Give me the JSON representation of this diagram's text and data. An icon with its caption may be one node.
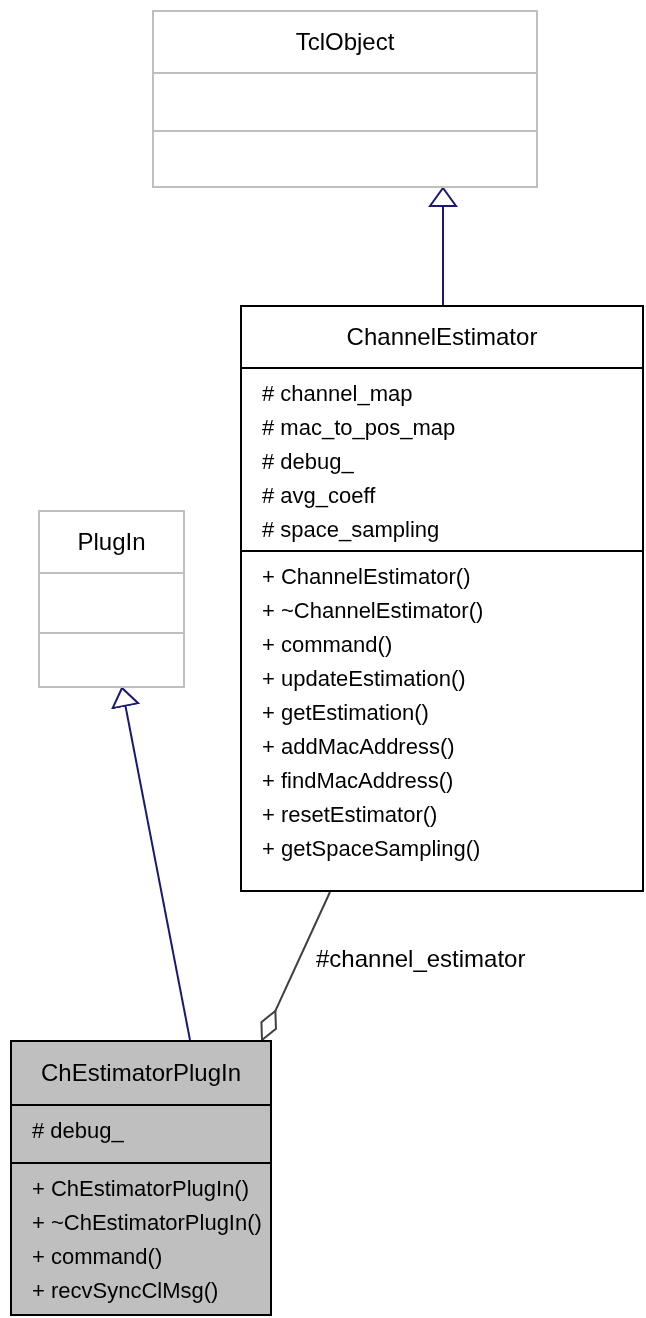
{
  "diagram": {
    "nodes": [
      {
        "text": [
          "TclObject"
        ]
      },
      {
        "text": [],
        "shape": "box",
        "in": 0
      },
      {
        "text": [],
        "shape": "box",
        "in": 0
      },
      {
        "text": [
          "ChannelEstimator"
        ]
      },
      {
        "text": [
          "# channel_map",
          "# mac_to_pos_map",
          "# debug_",
          "# avg_coeff",
          "# space_sampling"
        ],
        "in": 3
      },
      {
        "text": [
          "+ ChannelEstimator()",
          "+ ~ChannelEstimator()",
          "+ command()",
          "+ updateEstimation()",
          "+ getEstimation()",
          "+ addMacAddress()",
          "+ findMacAddress()",
          "+ resetEstimator()",
          "+ getSpaceSampling()"
        ],
        "in": 3
      },
      {
        "text": [
          "PlugIn"
        ]
      },
      {
        "text": [],
        "shape": "box",
        "in": 6
      },
      {
        "text": [],
        "shape": "box",
        "in": 6
      },
      {
        "text": [
          "ChEstimatorPlugIn"
        ]
      },
      {
        "text": [
          "# debug_"
        ],
        "in": 9
      },
      {
        "text": [
          "+ ChEstimatorPlugIn()",
          "+ ~ChEstimatorPlugIn()",
          "+ command()",
          "+ recvSyncClMsg()"
        ],
        "in": 9
      }
    ],
    "edges": [
      {
        "from": 3,
        "to": 0,
        "arrow": "to"
      },
      {
        "from": 9,
        "to": 6,
        "arrow": "to"
      },
      {
        "from": 3,
        "to": 9,
        "arrow": "other",
        "label": "#channel_estimator",
        "color": "#404040"
      }
    ]
  }
}
